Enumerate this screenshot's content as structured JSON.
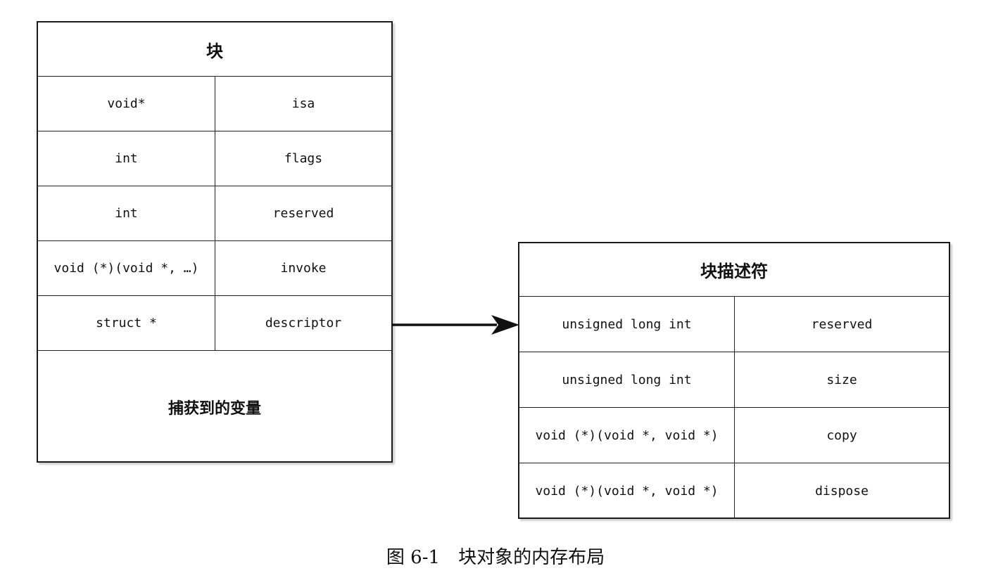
{
  "block": {
    "title": "块",
    "fields": [
      {
        "type": "void*",
        "name": "isa"
      },
      {
        "type": "int",
        "name": "flags"
      },
      {
        "type": "int",
        "name": "reserved"
      },
      {
        "type": "void (*)(void *, …)",
        "name": "invoke"
      },
      {
        "type": "struct *",
        "name": "descriptor"
      }
    ],
    "captured_label": "捕获到的变量"
  },
  "descriptor": {
    "title": "块描述符",
    "fields": [
      {
        "type": "unsigned long int",
        "name": "reserved"
      },
      {
        "type": "unsigned long int",
        "name": "size"
      },
      {
        "type": "void (*)(void *, void *)",
        "name": "copy"
      },
      {
        "type": "void (*)(void *, void *)",
        "name": "dispose"
      }
    ]
  },
  "caption": {
    "number": "图 6-1",
    "text": "块对象的内存布局"
  }
}
